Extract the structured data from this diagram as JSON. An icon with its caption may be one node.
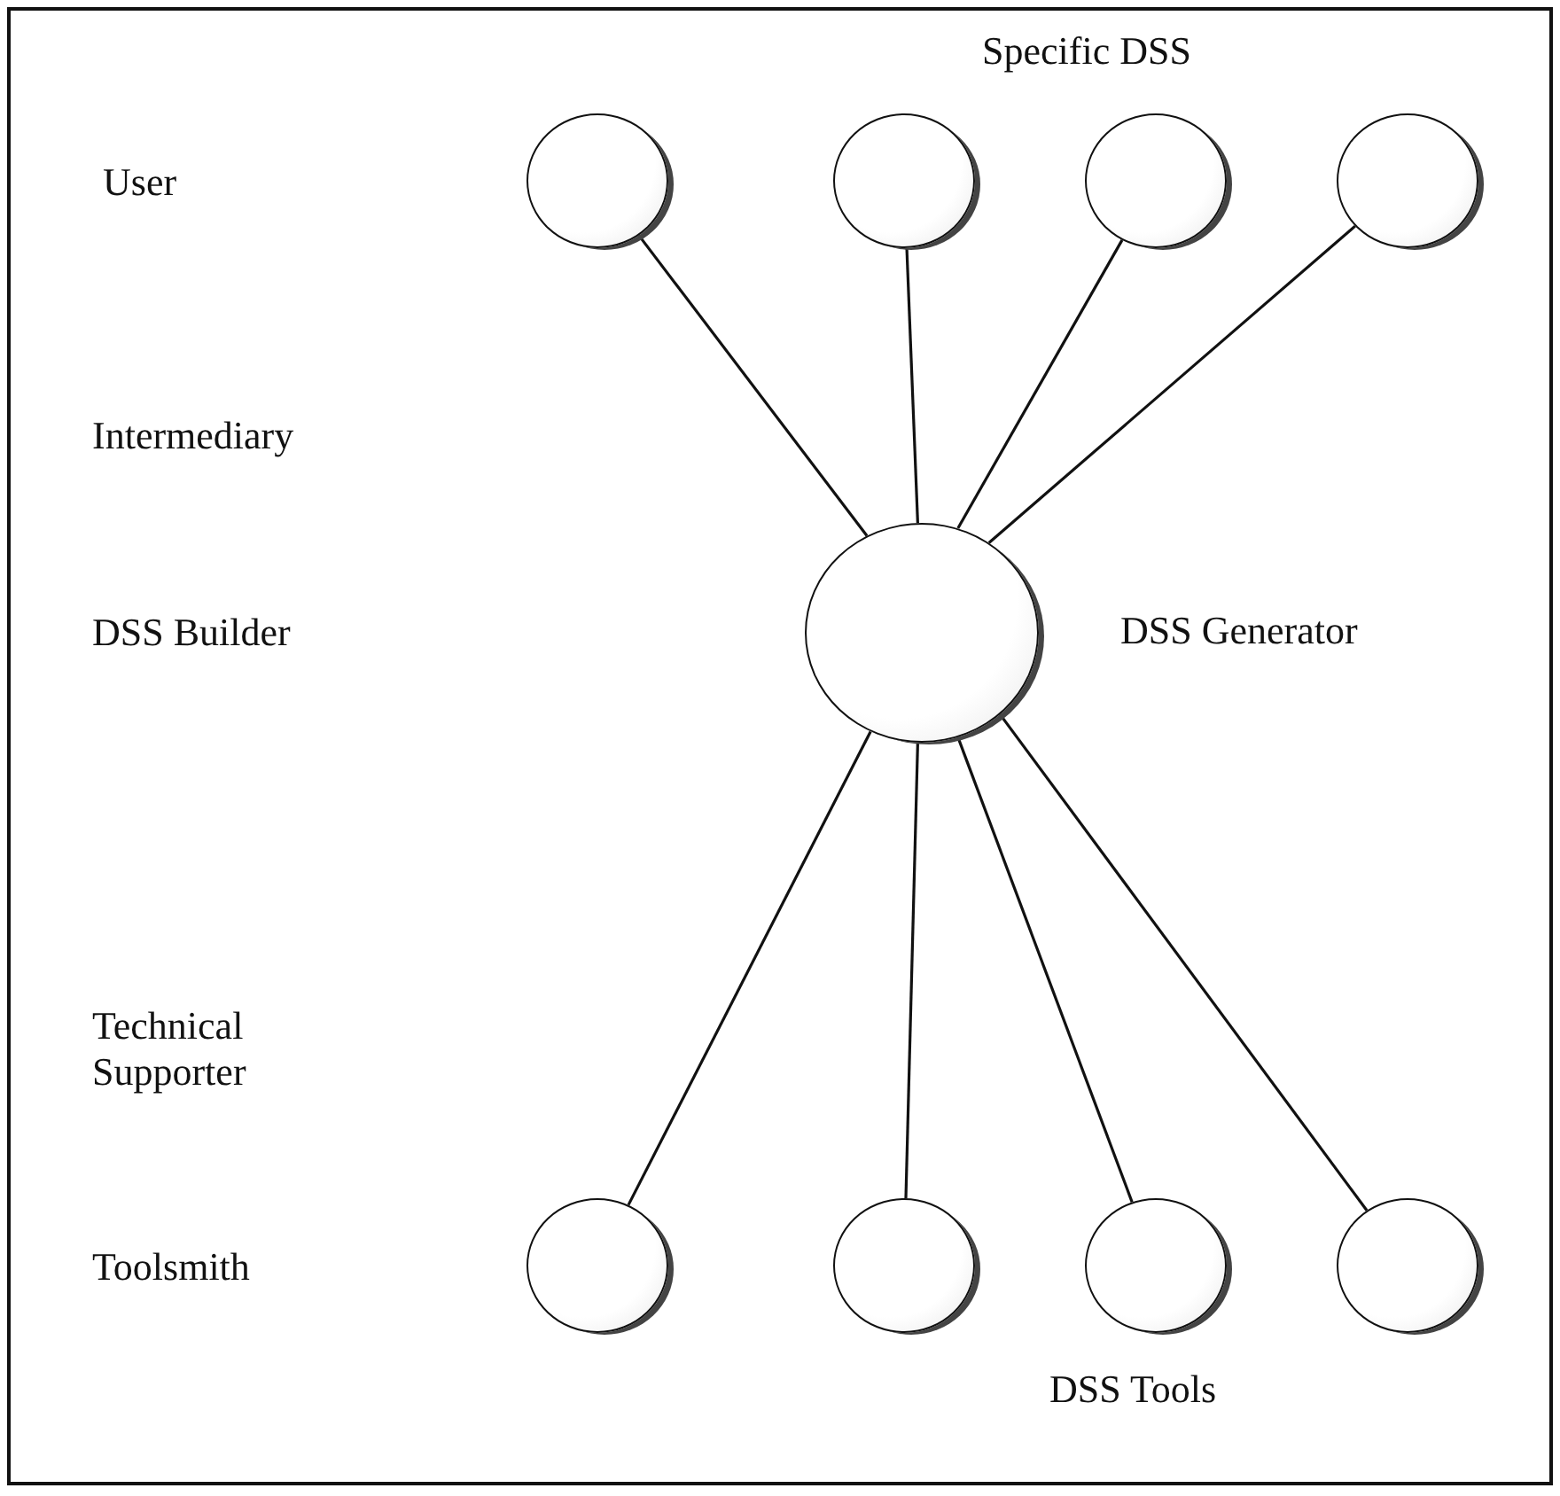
{
  "diagram": {
    "nodes": [
      {
        "text": [],
        "shape": "circle"
      },
      {
        "text": [],
        "shape": "circle"
      },
      {
        "text": [],
        "shape": "circle"
      },
      {
        "text": [],
        "shape": "circle"
      },
      {
        "text": [],
        "shape": "circle",
        "beside": [
          "DSS Generator"
        ]
      },
      {
        "text": [],
        "shape": "circle"
      },
      {
        "text": [],
        "shape": "circle"
      },
      {
        "text": [],
        "shape": "circle"
      },
      {
        "text": [],
        "shape": "circle"
      }
    ],
    "edges": [
      {
        "from": 4,
        "to": 0,
        "arrow": "none"
      },
      {
        "from": 4,
        "to": 1,
        "arrow": "none"
      },
      {
        "from": 4,
        "to": 2,
        "arrow": "none"
      },
      {
        "from": 4,
        "to": 3,
        "arrow": "none"
      },
      {
        "from": 4,
        "to": 5,
        "arrow": "none"
      },
      {
        "from": 4,
        "to": 6,
        "arrow": "none"
      },
      {
        "from": 4,
        "to": 7,
        "arrow": "none"
      },
      {
        "from": 4,
        "to": 8,
        "arrow": "none"
      }
    ],
    "labels": [
      "Specific DSS",
      "User",
      "Intermediary",
      "DSS Builder",
      "Technical Supporter",
      "Toolsmith",
      "DSS Tools"
    ]
  }
}
